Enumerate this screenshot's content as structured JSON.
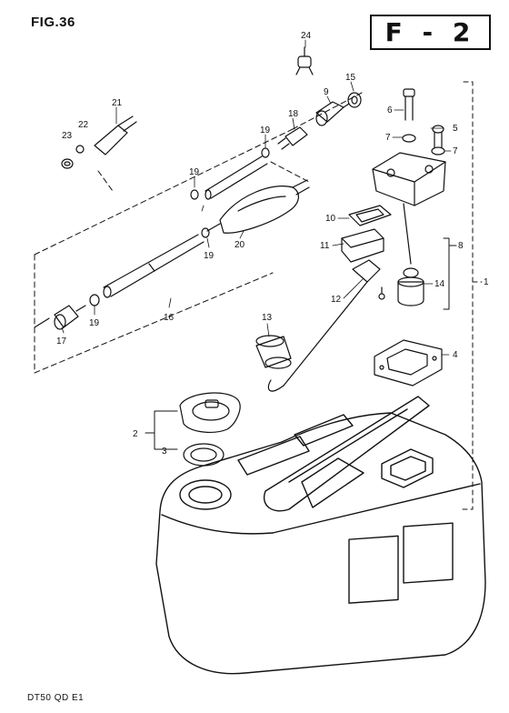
{
  "figure": {
    "title": "FIG.36",
    "section": "F - 2",
    "model": "DT50 QD E1"
  },
  "callouts": [
    "1",
    "2",
    "3",
    "4",
    "5",
    "6",
    "7",
    "7",
    "8",
    "9",
    "10",
    "11",
    "12",
    "13",
    "14",
    "15",
    "16",
    "17",
    "18",
    "19",
    "19",
    "19",
    "19",
    "20",
    "21",
    "22",
    "23",
    "24"
  ],
  "colors": {
    "ink": "#111111",
    "paper": "#ffffff"
  }
}
